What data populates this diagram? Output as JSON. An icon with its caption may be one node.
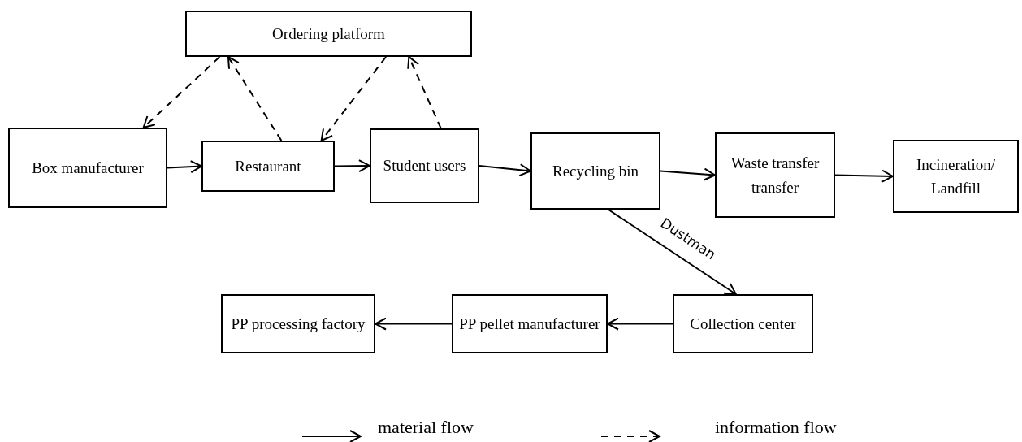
{
  "diagram": {
    "nodes": [
      {
        "text": [
          "Ordering platform"
        ]
      },
      {
        "text": [
          "Box manufacturer"
        ]
      },
      {
        "text": [
          "Restaurant"
        ]
      },
      {
        "text": [
          "Student users"
        ]
      },
      {
        "text": [
          "Recycling bin"
        ]
      },
      {
        "text": [
          "Waste transfer transfer"
        ]
      },
      {
        "text": [
          "Incineration/ Landfill"
        ]
      },
      {
        "text": [
          "Collection center"
        ]
      },
      {
        "text": [
          "PP pellet manufacturer"
        ]
      },
      {
        "text": [
          "PP processing factory"
        ]
      }
    ],
    "edges": [
      {
        "from": 0,
        "to": 1,
        "arrow": "to",
        "style": "dashed"
      },
      {
        "from": 2,
        "to": 0,
        "arrow": "to",
        "style": "dashed"
      },
      {
        "from": 0,
        "to": 2,
        "arrow": "to",
        "style": "dashed"
      },
      {
        "from": 3,
        "to": 0,
        "arrow": "to",
        "style": "dashed"
      },
      {
        "from": 1,
        "to": 2,
        "arrow": "to"
      },
      {
        "from": 2,
        "to": 3,
        "arrow": "to"
      },
      {
        "from": 3,
        "to": 4,
        "arrow": "to"
      },
      {
        "from": 4,
        "to": 5,
        "arrow": "to"
      },
      {
        "from": 5,
        "to": 6,
        "arrow": "to"
      },
      {
        "from": 4,
        "to": 7,
        "arrow": "to",
        "label": "Dustman"
      },
      {
        "from": 7,
        "to": 8,
        "arrow": "to"
      },
      {
        "from": 8,
        "to": 9,
        "arrow": "to"
      }
    ],
    "legend": [
      {
        "text": "material flow"
      },
      {
        "text": "information flow"
      }
    ]
  }
}
